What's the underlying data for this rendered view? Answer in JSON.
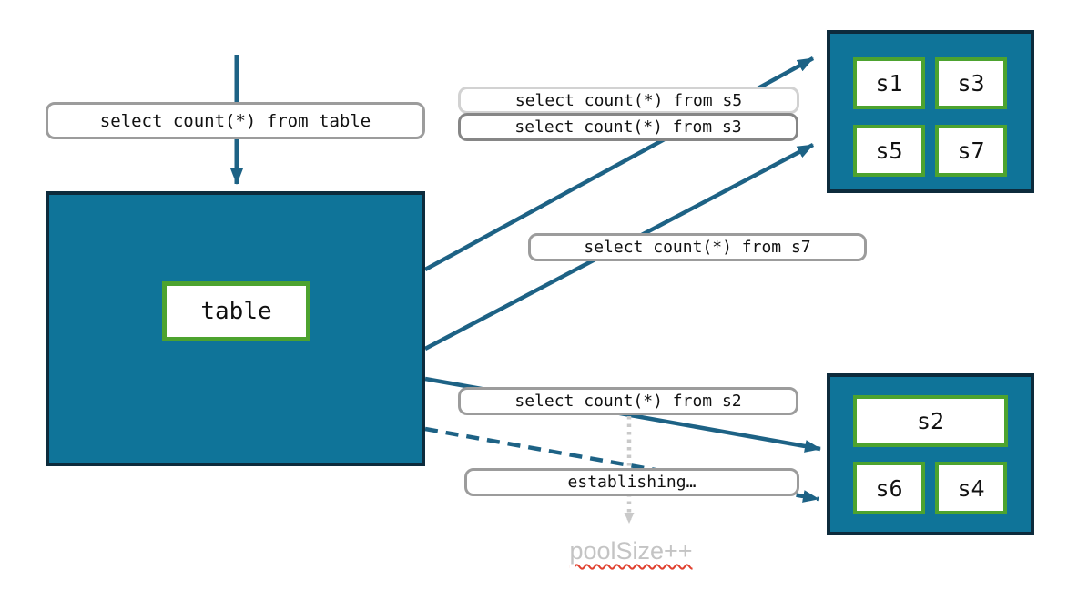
{
  "diagram": {
    "source": {
      "label": "table"
    },
    "queries": {
      "from_table": "select count(*) from table",
      "from_s5": "select count(*) from s5",
      "from_s3": "select count(*) from s3",
      "from_s7": "select count(*) from s7",
      "from_s2": "select count(*) from s2"
    },
    "status": {
      "establishing": "establishing…",
      "pool_size_increment": "poolSize++"
    },
    "shards": {
      "s1": "s1",
      "s3": "s3",
      "s5": "s5",
      "s7": "s7",
      "s2": "s2",
      "s6": "s6",
      "s4": "s4"
    },
    "colors": {
      "box_fill_teal": "#0f7499",
      "box_border_navy": "#0d2b3c",
      "inner_border_green": "#4da32f",
      "arrow_blue": "#1d6285",
      "pill_border_gray": "#9c9c9c",
      "pill_border_light_gray": "#d2d2d2",
      "pill_border_dark_gray": "#868686",
      "dotted_arrow_gray": "#c9c9c9",
      "pool_size_text_gray": "#c4c4c4",
      "squiggle_red": "#e0402f"
    }
  }
}
